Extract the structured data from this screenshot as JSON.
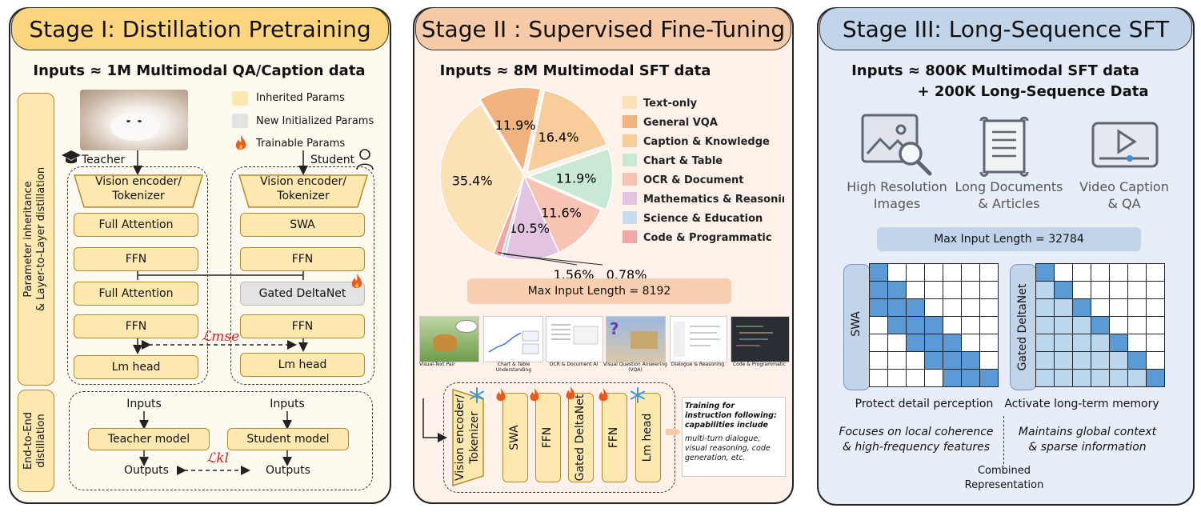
{
  "stage1": {
    "title": "Stage I: Distillation Pretraining",
    "inputs": "Inputs ≈ 1M Multimodal QA/Caption data",
    "legend": {
      "inherited": "Inherited Params",
      "new_init": "New Initialized Params",
      "trainable": "Trainable Params"
    },
    "teacher_label": "Teacher",
    "student_label": "Student",
    "teacher_blocks": [
      "Vision encoder/\nTokenizer",
      "Full Attention",
      "FFN",
      "Full Attention",
      "FFN",
      "Lm head"
    ],
    "student_blocks": [
      "Vision encoder/\nTokenizer",
      "SWA",
      "FFN",
      "Gated DeltaNet",
      "FFN",
      "Lm head"
    ],
    "loss_mse": "ℒmse",
    "loss_kl": "ℒkl",
    "side1": "Parameter inheritance\n& Layer-to-Layer distillation",
    "side2": "End-to-End\ndistillation",
    "e2e": {
      "inputs": "Inputs",
      "teacher_model": "Teacher model",
      "student_model": "Student model",
      "outputs": "Outputs"
    }
  },
  "stage2": {
    "title": "Stage II : Supervised Fine-Tuning",
    "inputs": "Inputs ≈ 8M Multimodal SFT data",
    "max_len": "Max Input Length = 8192",
    "examples": [
      "Visual-Text Pair",
      "Chart & Table Understanding",
      "OCR & Document AI",
      "Visual Question Answering (VQA)",
      "Dialogue & Reasoning",
      "Code & Programmatic"
    ],
    "pipeline": [
      "Vision encoder/\nTokenizer",
      "SWA",
      "FFN",
      "Gated DeltaNet",
      "FFN",
      "Lm head"
    ],
    "training_title": "Training for instruction following: capabilities include",
    "training_body": "multi-turn dialogue, visual reasoning, code generation, etc."
  },
  "chart_data": {
    "type": "pie",
    "title": "",
    "categories": [
      "Text-only",
      "General VQA",
      "Caption & Knowledge",
      "Chart & Table",
      "OCR & Document",
      "Mathematics & Reasoning",
      "Science & Education",
      "Code & Programmatic"
    ],
    "values": [
      35.4,
      11.9,
      16.4,
      11.9,
      11.6,
      10.5,
      0.78,
      1.56
    ],
    "labels": [
      "35.4%",
      "11.9%",
      "16.4%",
      "11.9%",
      "11.6%",
      "10.5%",
      "0.78%",
      "1.56%"
    ],
    "colors": [
      "#fbe2b6",
      "#f0b27e",
      "#f8cd9b",
      "#c9e9d5",
      "#f7c3b3",
      "#e2c3e0",
      "#c7dcef",
      "#f3a6a8"
    ],
    "legend_placement": "right"
  },
  "stage3": {
    "title": "Stage III: Long-Sequence SFT",
    "inputs_line1": "Inputs ≈ 800K Multimodal SFT data",
    "inputs_line2": "+ 200K Long-Sequence Data",
    "icons": [
      {
        "icon": "image-search-icon",
        "label": "High Resolution\nImages"
      },
      {
        "icon": "document-scroll-icon",
        "label": "Long Documents\n& Articles"
      },
      {
        "icon": "video-player-icon",
        "label": "Video Caption\n& QA"
      }
    ],
    "max_len": "Max Input Length = 32784",
    "swa_label": "SWA",
    "gdn_label": "Gated DeltaNet",
    "swa_caption": "Protect detail perception",
    "gdn_caption": "Activate long-term memory",
    "swa_desc": "Focuses on local coherence\n& high-frequency features",
    "gdn_desc": "Maintains global context\n& sparse information",
    "combined": "Combined\nRepresentation"
  }
}
